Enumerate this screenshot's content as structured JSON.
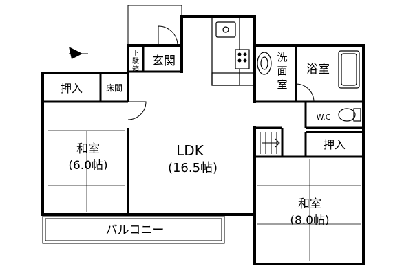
{
  "rooms": {
    "entrance": "玄関",
    "shoe_box_chars": [
      "下",
      "駄",
      "箱"
    ],
    "washroom_chars": [
      "洗",
      "面",
      "室"
    ],
    "bathroom": "浴室",
    "closet_left": "押入",
    "alcove": "床間",
    "washitsu_left_name": "和室",
    "washitsu_left_size": "(6.0帖)",
    "ldk_name": "LDK",
    "ldk_size": "(16.5帖)",
    "wc": "W.C",
    "closet_right": "押入",
    "washitsu_right_name": "和室",
    "washitsu_right_size": "(8.0帖)",
    "balcony": "バルコニー"
  },
  "icons": {
    "north_arrow": "north-arrow-icon",
    "sink": "kitchen-sink-icon",
    "stove": "stove-icon",
    "washbasin": "washbasin-icon",
    "bathtub": "bathtub-icon",
    "toilet": "toilet-icon",
    "stairs": "stairs-icon"
  },
  "colors": {
    "wall": "#000000",
    "background": "#ffffff",
    "line": "#000000"
  }
}
